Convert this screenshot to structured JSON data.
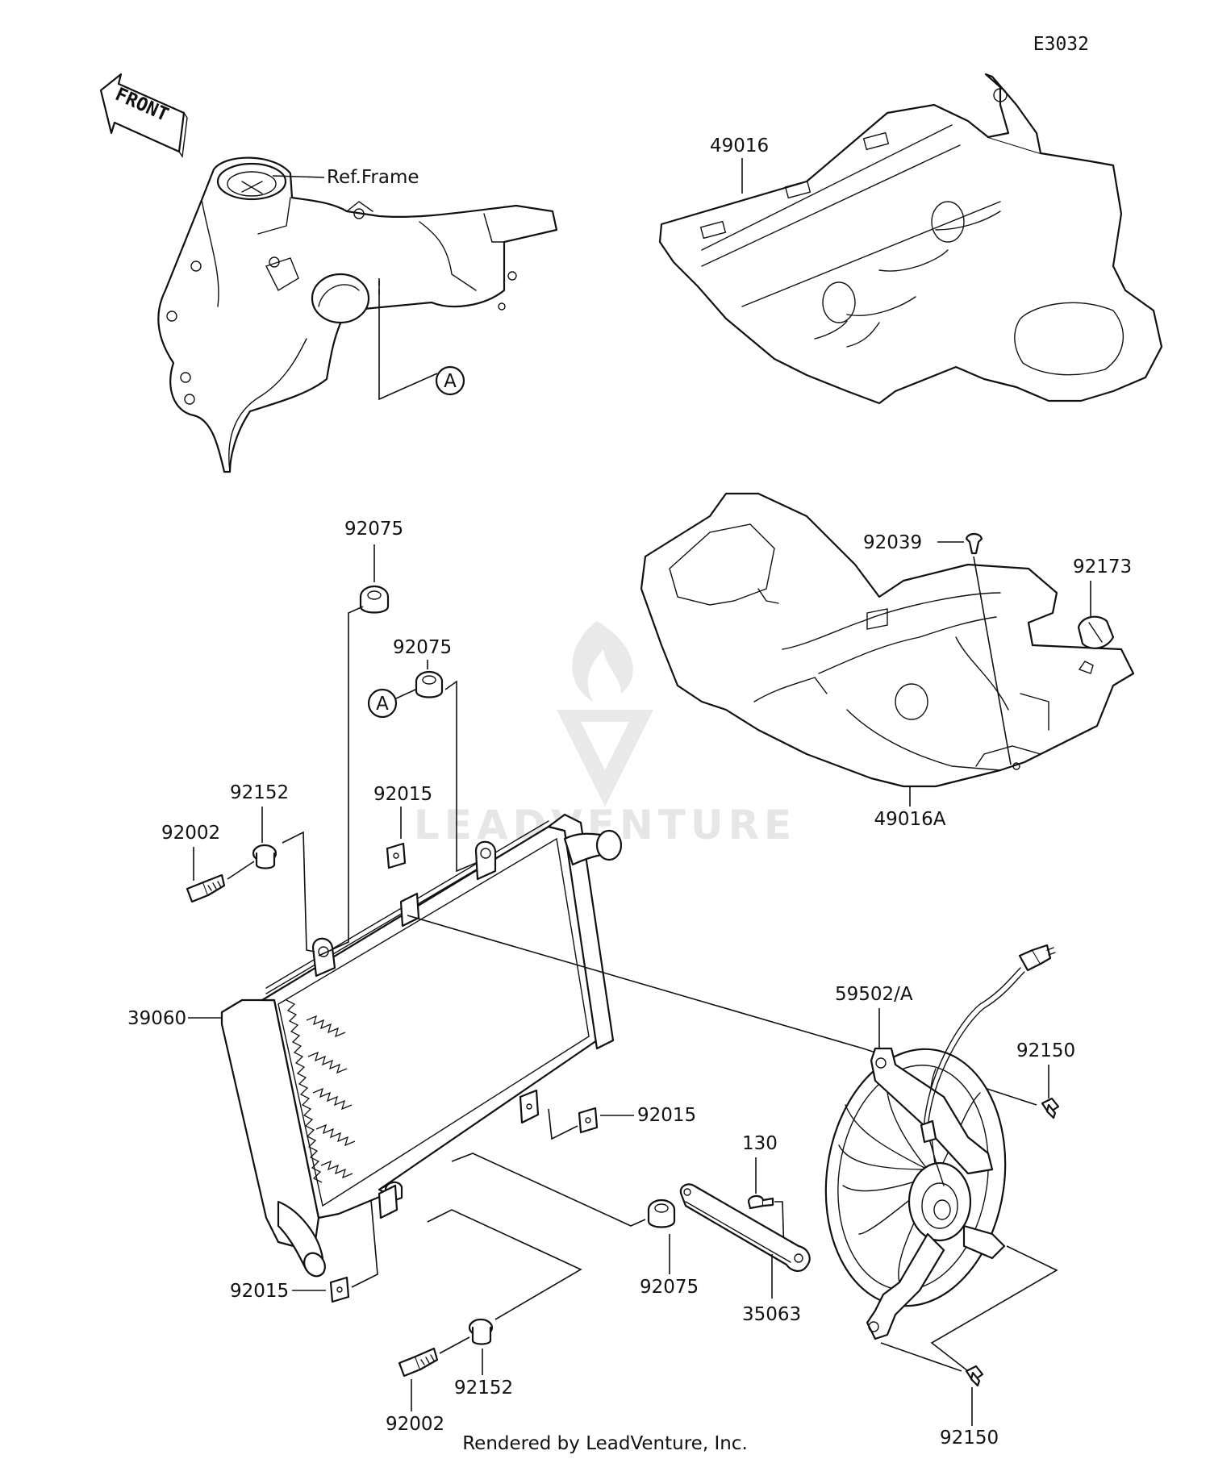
{
  "diagram": {
    "code": "E3032",
    "front_label": "FRONT",
    "ref_frame_label": "Ref.Frame",
    "connector_label": "A",
    "footer": "Rendered by LeadVenture, Inc.",
    "watermark": "LEADVENTURE",
    "parts": [
      {
        "id": "p-49016",
        "number": "49016"
      },
      {
        "id": "p-49016a",
        "number": "49016A"
      },
      {
        "id": "p-92039",
        "number": "92039"
      },
      {
        "id": "p-92173",
        "number": "92173"
      },
      {
        "id": "p-92075-top",
        "number": "92075"
      },
      {
        "id": "p-92075-mid",
        "number": "92075"
      },
      {
        "id": "p-92075-bottom",
        "number": "92075"
      },
      {
        "id": "p-92152-top",
        "number": "92152"
      },
      {
        "id": "p-92152-bottom",
        "number": "92152"
      },
      {
        "id": "p-92002-top",
        "number": "92002"
      },
      {
        "id": "p-92002-bottom",
        "number": "92002"
      },
      {
        "id": "p-92015-top",
        "number": "92015"
      },
      {
        "id": "p-92015-right",
        "number": "92015"
      },
      {
        "id": "p-92015-bottom",
        "number": "92015"
      },
      {
        "id": "p-39060",
        "number": "39060"
      },
      {
        "id": "p-59502",
        "number": "59502/A"
      },
      {
        "id": "p-92150-top",
        "number": "92150"
      },
      {
        "id": "p-92150-bottom",
        "number": "92150"
      },
      {
        "id": "p-130",
        "number": "130"
      },
      {
        "id": "p-35063",
        "number": "35063"
      }
    ]
  }
}
